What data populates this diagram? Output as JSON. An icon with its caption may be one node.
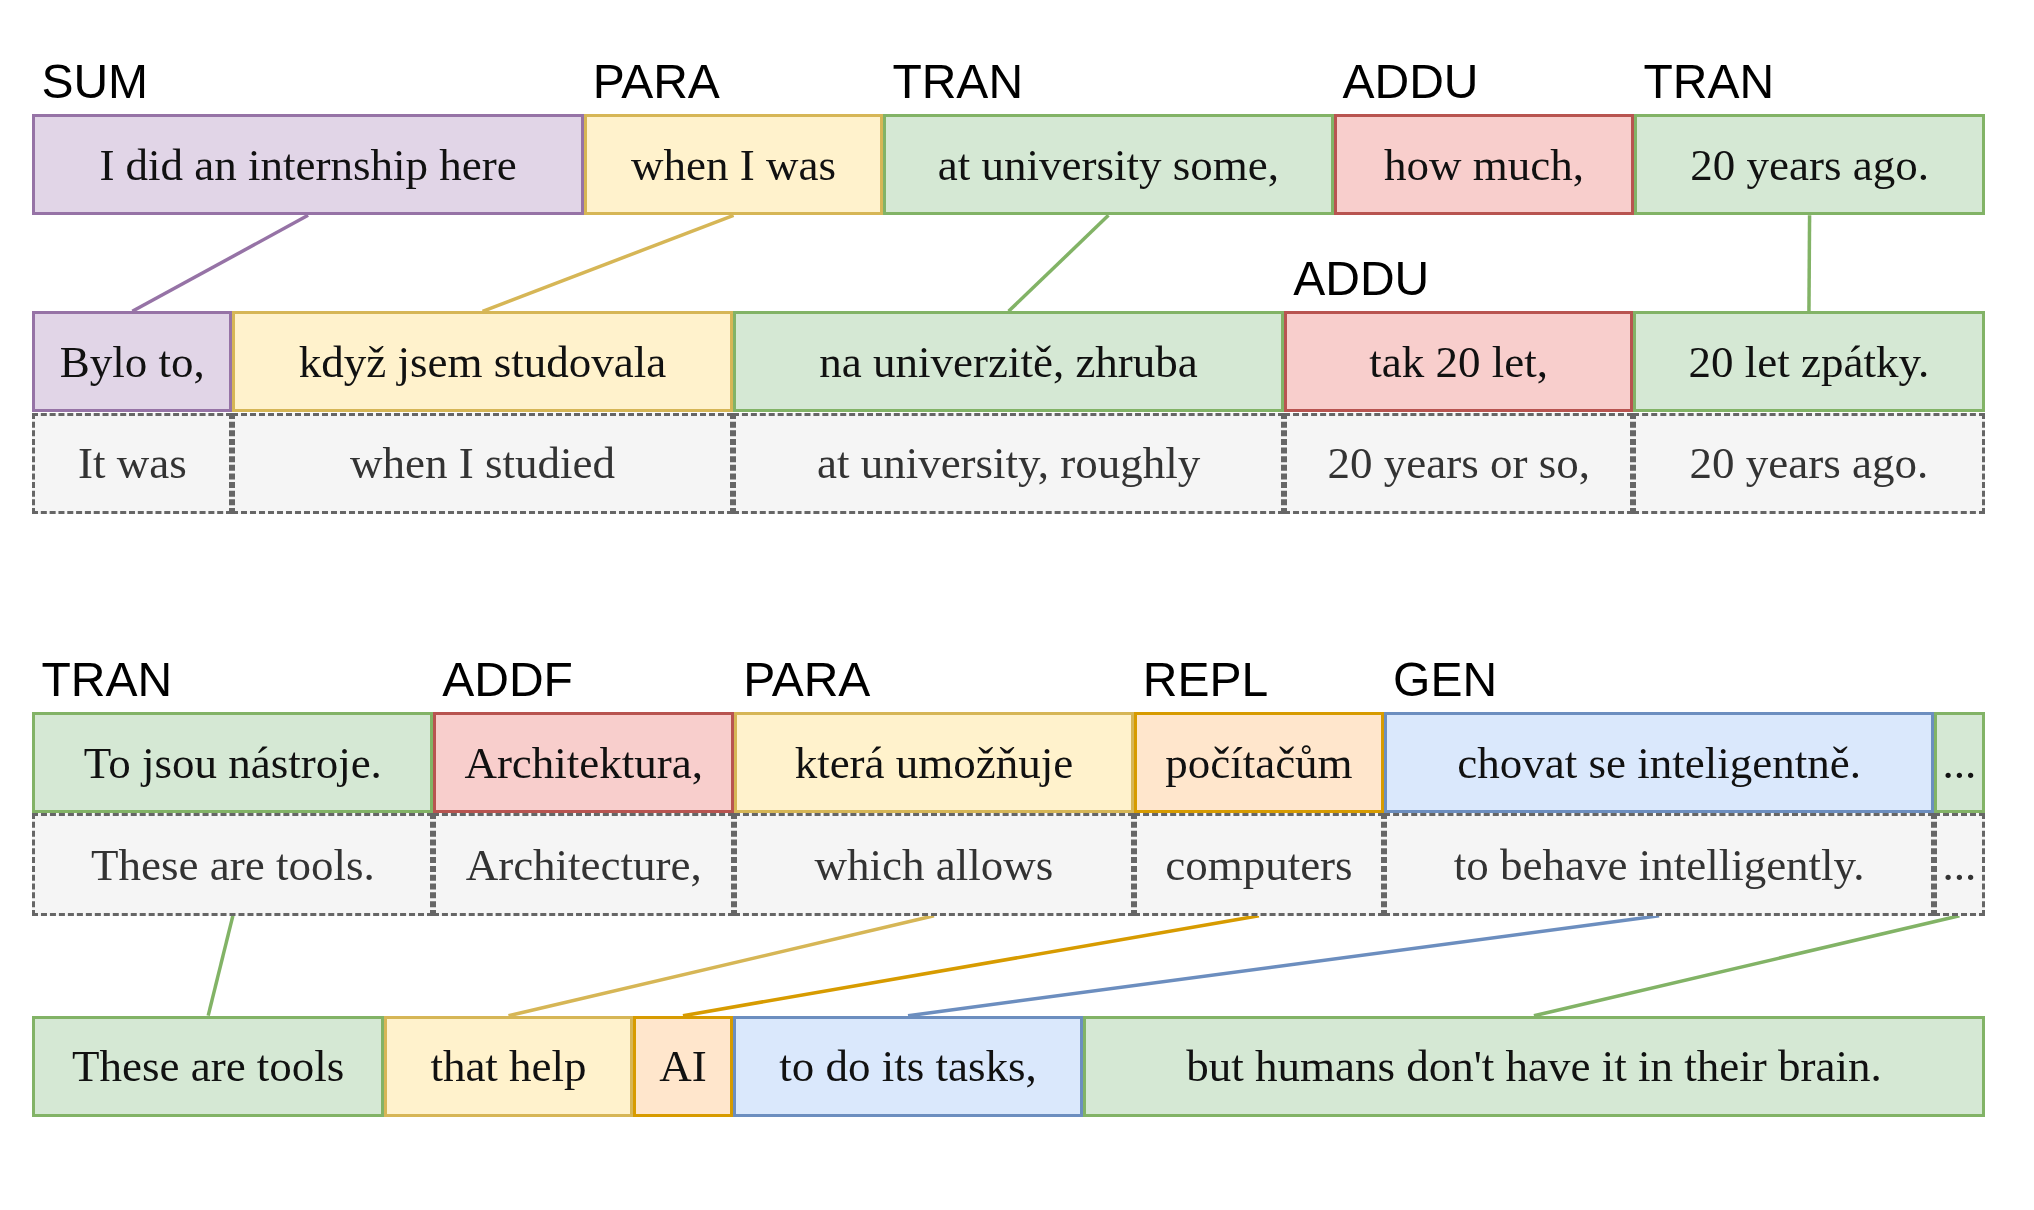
{
  "diagram": {
    "nodes": [
      {
        "text": [
          "SUM",
          "I did an internship here"
        ]
      },
      {
        "text": [
          "PARA",
          "when I was"
        ]
      },
      {
        "text": [
          "TRAN",
          "at university some,"
        ]
      },
      {
        "text": [
          "ADDU",
          "how much,"
        ]
      },
      {
        "text": [
          "TRAN",
          "20 years ago."
        ]
      },
      {
        "text": [
          "Bylo to,"
        ]
      },
      {
        "text": [
          "když jsem studovala"
        ]
      },
      {
        "text": [
          "na univerzitě, zhruba"
        ]
      },
      {
        "text": [
          "ADDU",
          "tak 20 let,"
        ]
      },
      {
        "text": [
          "20 let zpátky."
        ]
      },
      {
        "text": [
          "It was"
        ]
      },
      {
        "text": [
          "when I studied"
        ]
      },
      {
        "text": [
          "at university, roughly"
        ]
      },
      {
        "text": [
          "20 years or so,"
        ]
      },
      {
        "text": [
          "20 years ago."
        ]
      },
      {
        "text": [
          "TRAN",
          "To jsou nástroje."
        ]
      },
      {
        "text": [
          "ADDF",
          "Architektura,"
        ]
      },
      {
        "text": [
          "PARA",
          "která umožňuje"
        ]
      },
      {
        "text": [
          "REPL",
          "počítačům"
        ]
      },
      {
        "text": [
          "GEN",
          "chovat se inteligentně."
        ]
      },
      {
        "text": [
          "..."
        ]
      },
      {
        "text": [
          "These are tools."
        ]
      },
      {
        "text": [
          "Architecture,"
        ]
      },
      {
        "text": [
          "which allows"
        ]
      },
      {
        "text": [
          "computers"
        ]
      },
      {
        "text": [
          "to behave intelligently."
        ]
      },
      {
        "text": [
          "..."
        ]
      },
      {
        "text": [
          "These are tools"
        ]
      },
      {
        "text": [
          "that help"
        ]
      },
      {
        "text": [
          "AI"
        ]
      },
      {
        "text": [
          "to do its tasks,"
        ]
      },
      {
        "text": [
          "but humans don't have it in their brain."
        ]
      }
    ],
    "edges": [
      {
        "from": 0,
        "to": 5,
        "arrow": "none",
        "color": "#9673a6"
      },
      {
        "from": 1,
        "to": 6,
        "arrow": "none",
        "color": "#d6b656"
      },
      {
        "from": 2,
        "to": 7,
        "arrow": "none",
        "color": "#82b366"
      },
      {
        "from": 4,
        "to": 9,
        "arrow": "none",
        "color": "#82b366"
      },
      {
        "from": 21,
        "to": 27,
        "arrow": "none",
        "color": "#82b366"
      },
      {
        "from": 23,
        "to": 28,
        "arrow": "none",
        "color": "#d6b656"
      },
      {
        "from": 24,
        "to": 29,
        "arrow": "none",
        "color": "#d79b00"
      },
      {
        "from": 25,
        "to": 30,
        "arrow": "none",
        "color": "#6c8ebf"
      },
      {
        "from": 26,
        "to": 31,
        "arrow": "none",
        "color": "#82b366"
      }
    ]
  }
}
